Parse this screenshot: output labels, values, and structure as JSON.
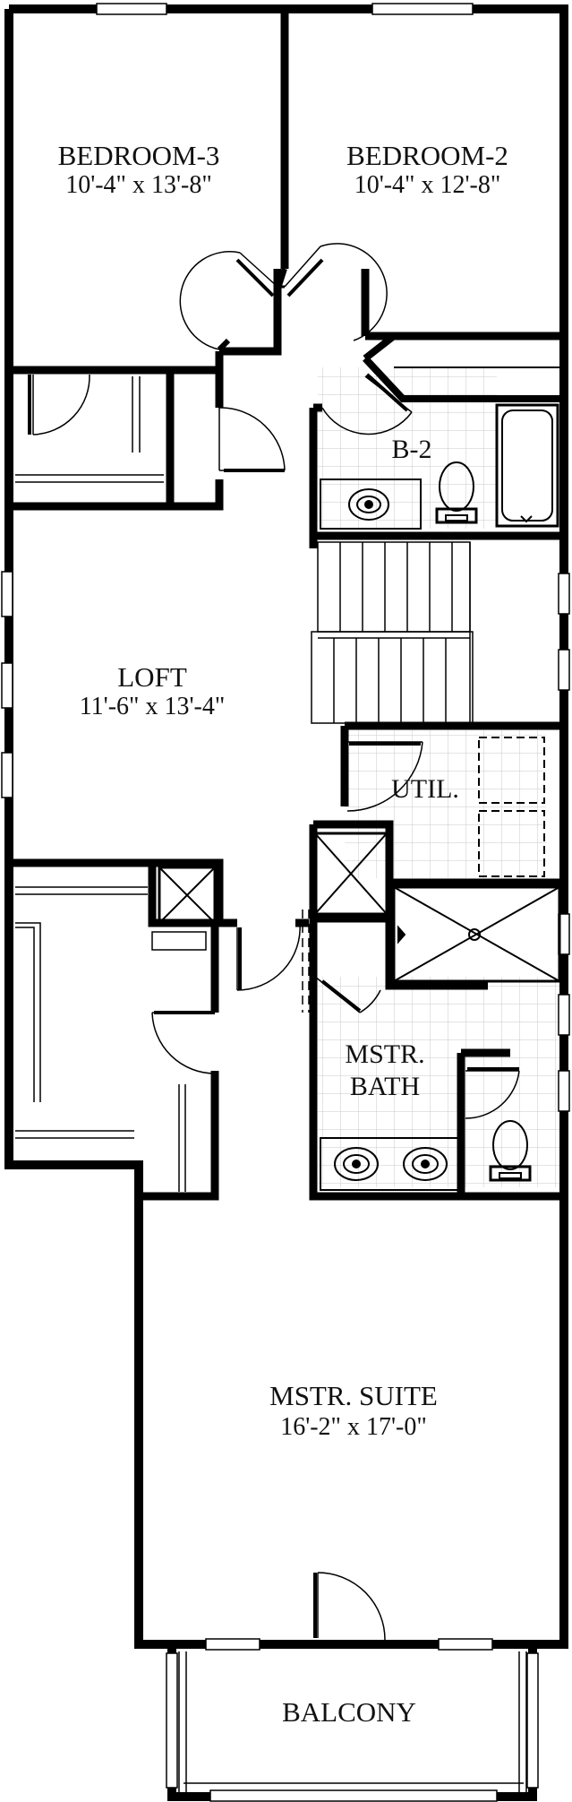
{
  "plan": {
    "rooms": {
      "bedroom3": {
        "name": "BEDROOM-3",
        "dims": "10'-4\" x 13'-8\""
      },
      "bedroom2": {
        "name": "BEDROOM-2",
        "dims": "10'-4\" x 12'-8\""
      },
      "bath2": {
        "name": "B-2"
      },
      "loft": {
        "name": "LOFT",
        "dims": "11'-6\" x 13'-4\""
      },
      "util": {
        "name": "UTIL."
      },
      "mstr_bath": {
        "name_line1": "MSTR.",
        "name_line2": "BATH"
      },
      "mstr_suite": {
        "name": "MSTR. SUITE",
        "dims": "16'-2\" x 17'-0\""
      },
      "balcony": {
        "name": "BALCONY"
      }
    },
    "colors": {
      "wall": "#000000",
      "background": "#ffffff",
      "tile_grid": "#c8c8c8"
    }
  }
}
